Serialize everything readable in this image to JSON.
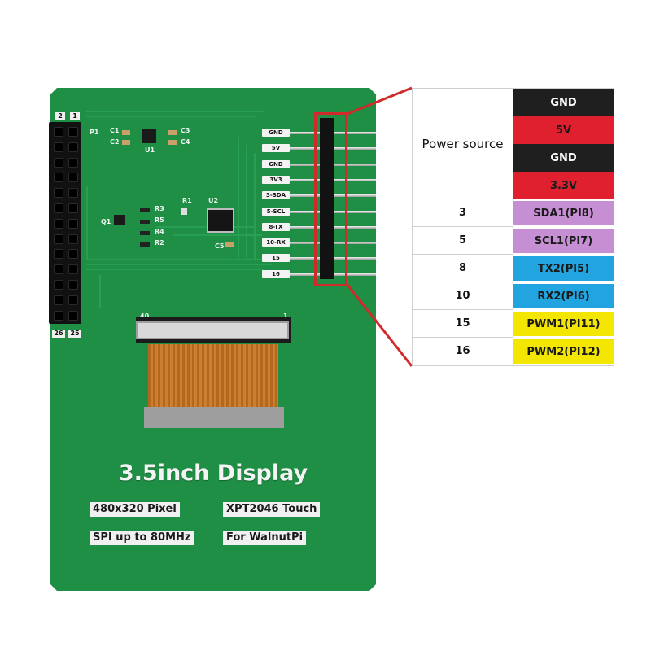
{
  "board": {
    "title": "3.5inch Display",
    "specs": [
      "480x320 Pixel",
      "XPT2046 Touch",
      "SPI up to 80MHz",
      "For WalnutPi"
    ],
    "header_left": {
      "top_labels": [
        "2",
        "1"
      ],
      "bottom_labels": [
        "26",
        "25"
      ],
      "ref": "P1"
    },
    "components": [
      "C1",
      "C2",
      "C3",
      "C4",
      "U1",
      "R1",
      "U2",
      "R3",
      "R5",
      "R4",
      "R2",
      "Q1",
      "C5"
    ],
    "fpc_pins": [
      "40",
      "1"
    ],
    "pin_labels": [
      "GND",
      "5V",
      "GND",
      "3V3",
      "3-SDA",
      "5-SCL",
      "8-TX",
      "10-RX",
      "15",
      "16"
    ]
  },
  "pin_table": {
    "power_label": "Power source",
    "power_rows": [
      {
        "label": "GND",
        "color": "#1f1f1f",
        "text_color": "#ffffff"
      },
      {
        "label": "5V",
        "color": "#e0202e",
        "text_color": "#1a1a1a"
      },
      {
        "label": "GND",
        "color": "#1f1f1f",
        "text_color": "#ffffff"
      },
      {
        "label": "3.3V",
        "color": "#e0202e",
        "text_color": "#1a1a1a"
      }
    ],
    "rows": [
      {
        "pin": "3",
        "function": "SDA1(PI8)",
        "color": "#c68fd3"
      },
      {
        "pin": "5",
        "function": "SCL1(PI7)",
        "color": "#c68fd3"
      },
      {
        "pin": "8",
        "function": "TX2(PI5)",
        "color": "#21a4df"
      },
      {
        "pin": "10",
        "function": "RX2(PI6)",
        "color": "#21a4df"
      },
      {
        "pin": "15",
        "function": "PWM1(PI11)",
        "color": "#f3e600"
      },
      {
        "pin": "16",
        "function": "PWM2(PI12)",
        "color": "#f3e600"
      }
    ]
  },
  "colors": {
    "board": "#1e8f45",
    "callout": "#d12a2a"
  }
}
